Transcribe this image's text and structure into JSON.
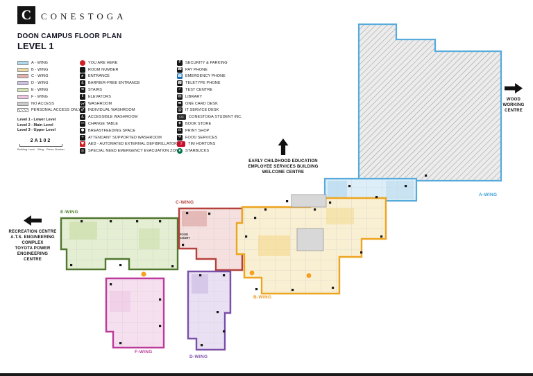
{
  "header": {
    "logo_letter": "C",
    "brand": "CONESTOGA",
    "title": "DOON CAMPUS FLOOR PLAN",
    "level": "LEVEL 1"
  },
  "legend_wings": {
    "items": [
      {
        "label": "A - WING",
        "color": "#aed9ee"
      },
      {
        "label": "B - WING",
        "color": "#ecd9a8"
      },
      {
        "label": "C - WING",
        "color": "#e3b1ae"
      },
      {
        "label": "D - WING",
        "color": "#cfc0e6"
      },
      {
        "label": "E - WING",
        "color": "#d3e3b3"
      },
      {
        "label": "F - WING",
        "color": "#eec4e0"
      },
      {
        "label": "NO ACCESS",
        "color": "#cccccc"
      },
      {
        "label": "PERSONAL ACCESS ONLY",
        "color": "hatch"
      }
    ],
    "levels": [
      "Level 1 - Lower Level",
      "Level 2 - Main Level",
      "Level 3 - Upper Level"
    ],
    "room_number_example": {
      "value": "2A102",
      "labels": [
        "Building Level",
        "Wing",
        "Room Number"
      ]
    }
  },
  "legend_symbols": {
    "items": [
      {
        "label": "YOU ARE HERE",
        "icon": "you-are-here-icon",
        "glyph": ""
      },
      {
        "label": "ROOM NUMBER",
        "icon": "room-number-icon",
        "glyph": ""
      },
      {
        "label": "ENTRANCE",
        "icon": "entrance-icon",
        "glyph": "▸"
      },
      {
        "label": "BARRIER-FREE ENTRANCE",
        "icon": "barrier-free-entrance-icon",
        "glyph": "♿"
      },
      {
        "label": "STAIRS",
        "icon": "stairs-icon",
        "glyph": "≡"
      },
      {
        "label": "ELEVATORS",
        "icon": "elevators-icon",
        "glyph": "⇕"
      },
      {
        "label": "WASHROOM",
        "icon": "washroom-icon",
        "glyph": "♀♂"
      },
      {
        "label": "INDIVIDUAL WASHROOM",
        "icon": "individual-washroom-icon",
        "glyph": "♂"
      },
      {
        "label": "ACCESSIBLE WASHROOM",
        "icon": "accessible-washroom-icon",
        "glyph": "♿"
      },
      {
        "label": "CHANGE TABLE",
        "icon": "change-table-icon",
        "glyph": "▭"
      },
      {
        "label": "BREASTFEEDING SPACE",
        "icon": "breastfeeding-space-icon",
        "glyph": "●"
      },
      {
        "label": "ATTENDANT SUPPORTED WASHROOM",
        "icon": "attendant-supported-washroom-icon",
        "glyph": "+"
      },
      {
        "label": "AED - AUTOMATED EXTERNAL DEFIBRILLATOR",
        "icon": "aed-icon",
        "glyph": "♥"
      },
      {
        "label": "SPECIAL NEED EMERGENCY EVACUATION ZONE",
        "icon": "evacuation-zone-icon",
        "glyph": "◎"
      }
    ]
  },
  "legend_services": {
    "items": [
      {
        "label": "SECURITY & PARKING",
        "icon": "security-parking-icon",
        "glyph": "P"
      },
      {
        "label": "PAY PHONE",
        "icon": "pay-phone-icon",
        "glyph": "☎"
      },
      {
        "label": "EMERGENCY PHONE",
        "icon": "emergency-phone-icon",
        "glyph": "☎"
      },
      {
        "label": "TELETYPE PHONE",
        "icon": "teletype-phone-icon",
        "glyph": "☎"
      },
      {
        "label": "TEST CENTRE",
        "icon": "test-centre-icon",
        "glyph": "✓"
      },
      {
        "label": "LIBRARY",
        "icon": "library-icon",
        "glyph": "▤"
      },
      {
        "label": "ONE CARD DESK",
        "icon": "one-card-desk-icon",
        "glyph": "▬"
      },
      {
        "label": "IT SERVICE DESK",
        "icon": "it-service-desk-icon",
        "glyph": "@"
      },
      {
        "label": "CONESTOGA STUDENT INC.",
        "icon": "conestoga-student-inc-icon",
        "glyph": "CSI"
      },
      {
        "label": "BOOK STORE",
        "icon": "book-store-icon",
        "glyph": "◈"
      },
      {
        "label": "PRINT SHOP",
        "icon": "print-shop-icon",
        "glyph": "⊟"
      },
      {
        "label": "FOOD SERVICES",
        "icon": "food-services-icon",
        "glyph": "Ψ"
      },
      {
        "label": "TIM HORTONS",
        "icon": "tim-hortons-icon",
        "glyph": "T"
      },
      {
        "label": "STARBUCKS",
        "icon": "starbucks-icon",
        "glyph": "★"
      }
    ]
  },
  "directions": {
    "north": "EARLY CHILDHOOD EDUCATION\nEMPLOYEE SERVICES BUILDING\nWELCOME CENTRE",
    "east": "WOOD\nWORKING\nCENTRE",
    "west": "RECREATION CENTRE\nA.T.S. ENGINEERING\nCOMPLEX\nTOYOTA POWER\nENGINEERING\nCENTRE"
  },
  "map": {
    "wing_labels": [
      {
        "label": "A-WING",
        "color": "#3f9fd8"
      },
      {
        "label": "B-WING",
        "color": "#e8971d"
      },
      {
        "label": "C-WING",
        "color": "#b5413c"
      },
      {
        "label": "D-WING",
        "color": "#7a4fa8"
      },
      {
        "label": "E-WING",
        "color": "#4e7d2e"
      },
      {
        "label": "F-WING",
        "color": "#bb3a9b"
      }
    ],
    "area_labels": [
      "FOOD\nCOURT"
    ]
  }
}
